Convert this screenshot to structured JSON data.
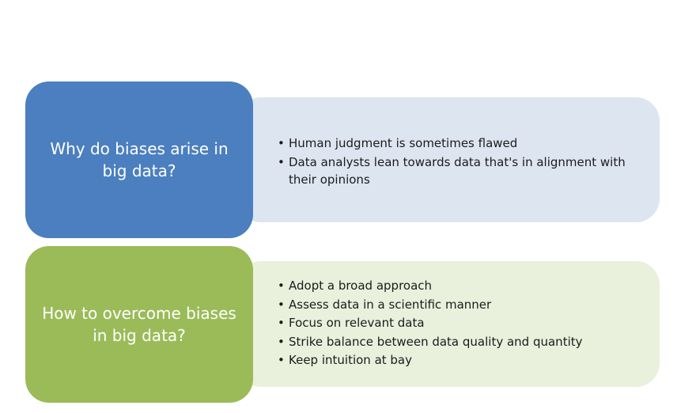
{
  "sections": [
    {
      "title": "Why do biases arise in big data?",
      "points": [
        "Human judgment is sometimes flawed",
        "Data analysts lean towards data that's in alignment with their opinions"
      ]
    },
    {
      "title": "How to overcome biases in big data?",
      "points": [
        "Adopt a broad approach",
        "Assess data in a scientific manner",
        "Focus on relevant data",
        "Strike balance between data quality and quantity",
        "Keep intuition at bay"
      ]
    }
  ],
  "colors": {
    "blue_title": "#4b7fbf",
    "blue_detail": "#dde5f0",
    "green_title": "#9bbb59",
    "green_detail": "#e9f0dc"
  }
}
